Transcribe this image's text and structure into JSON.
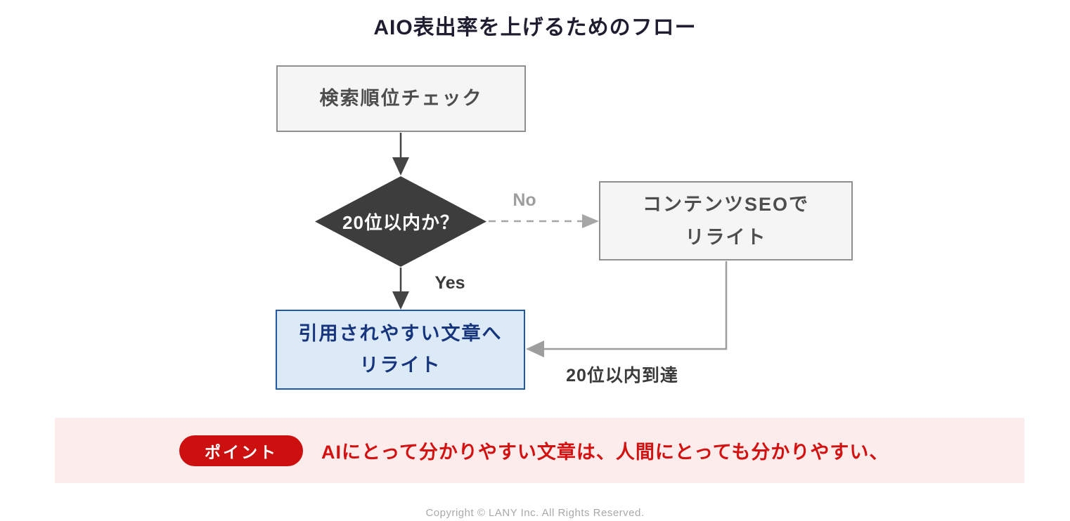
{
  "title": "AIO表出率を上げるためのフロー",
  "flowchart": {
    "start_box": {
      "label": "検索順位チェック"
    },
    "decision": {
      "label": "20位以内か？"
    },
    "edges": {
      "no_label": "No",
      "yes_label": "Yes",
      "return_label": "20位以内到達"
    },
    "seo_box": {
      "line1": "コンテンツSEOで",
      "line2": "リライト"
    },
    "rewrite_box": {
      "line1": "引用されやすい文章へ",
      "line2": "リライト"
    }
  },
  "point_banner": {
    "badge_label": "ポイント",
    "text": "AIにとって分かりやすい文章は、人間にとっても分かりやすい、"
  },
  "footer": {
    "copyright": "Copyright © LANY Inc. All Rights Reserved."
  },
  "colors": {
    "title_text": "#1e1e30",
    "node_bg": "#f5f5f5",
    "node_border": "#8f8f8f",
    "node_text": "#4d4d4d",
    "decision_bg": "#3d3d3d",
    "decision_text": "#ffffff",
    "dark_arrow": "#444444",
    "gray_arrow": "#9e9e9e",
    "highlight_box_bg": "#dce9f6",
    "highlight_box_border": "#2257a5",
    "highlight_box_text": "#16357c",
    "banner_bg": "#fcecec",
    "badge_bg": "#cc0f0f",
    "badge_text": "#ffffff",
    "point_text": "#d41111",
    "footer_text": "#a9a9a9"
  }
}
